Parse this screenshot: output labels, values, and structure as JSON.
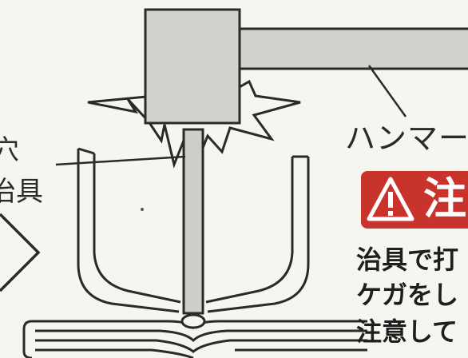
{
  "labels": {
    "hole": "穴",
    "jig": "治具",
    "hammer": "ハンマー"
  },
  "warning": {
    "badge_text": "注",
    "icon": "warning-triangle-icon",
    "badge_color": "#c8342c"
  },
  "notes": [
    "治具で打",
    "ケガをし",
    "注意して"
  ],
  "colors": {
    "stroke": "#2a2a2a",
    "hammer_fill": "#d3d1cc",
    "pin_fill": "#cfcdc8",
    "background": "#f7f5f0"
  }
}
